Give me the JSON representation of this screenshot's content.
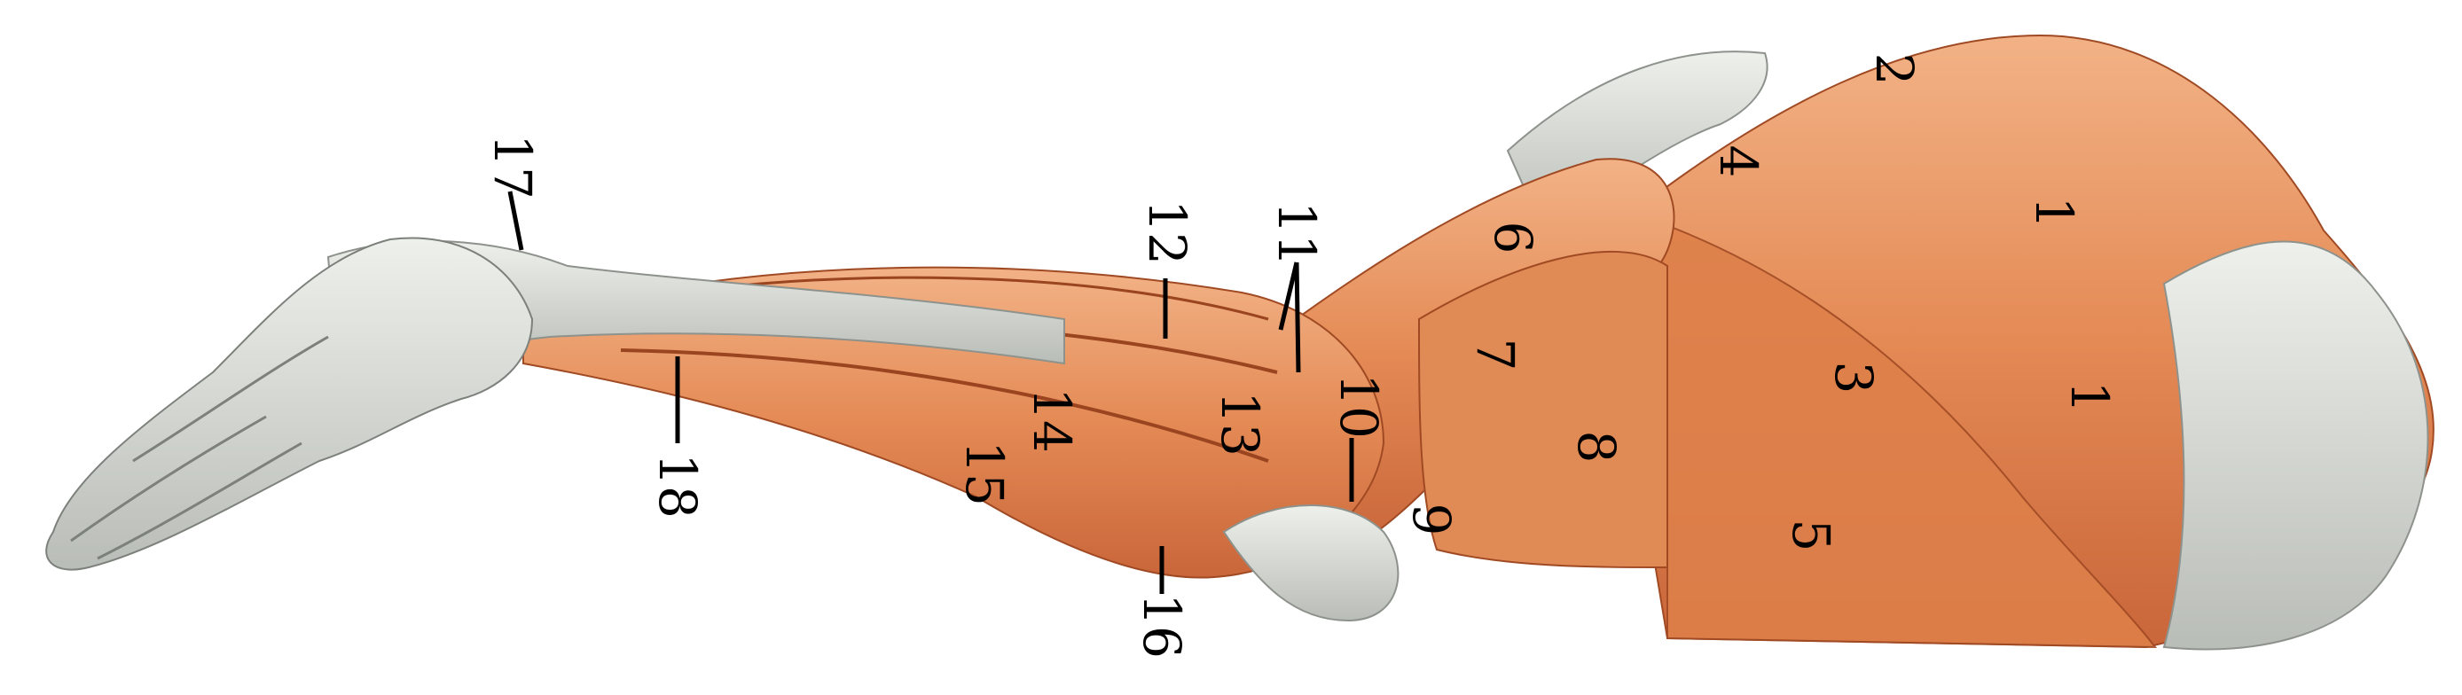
{
  "labels": {
    "l1a": "1",
    "l1b": "1",
    "l2": "2",
    "l3": "3",
    "l4": "4",
    "l5": "5",
    "l6": "6",
    "l7": "7",
    "l8": "8",
    "l9": "9",
    "l10": "10",
    "l11": "11",
    "l12": "12",
    "l13": "13",
    "l14": "14",
    "l15": "15",
    "l16": "16",
    "l17": "17",
    "l18": "18"
  },
  "colors": {
    "muscle": "#e48a55",
    "muscle_light": "#f2b286",
    "muscle_dark": "#b9542b",
    "tendon": "#d8dcd6",
    "tendon_shadow": "#a9ada8",
    "paw": "#c9ccc6",
    "background": "#ffffff"
  }
}
